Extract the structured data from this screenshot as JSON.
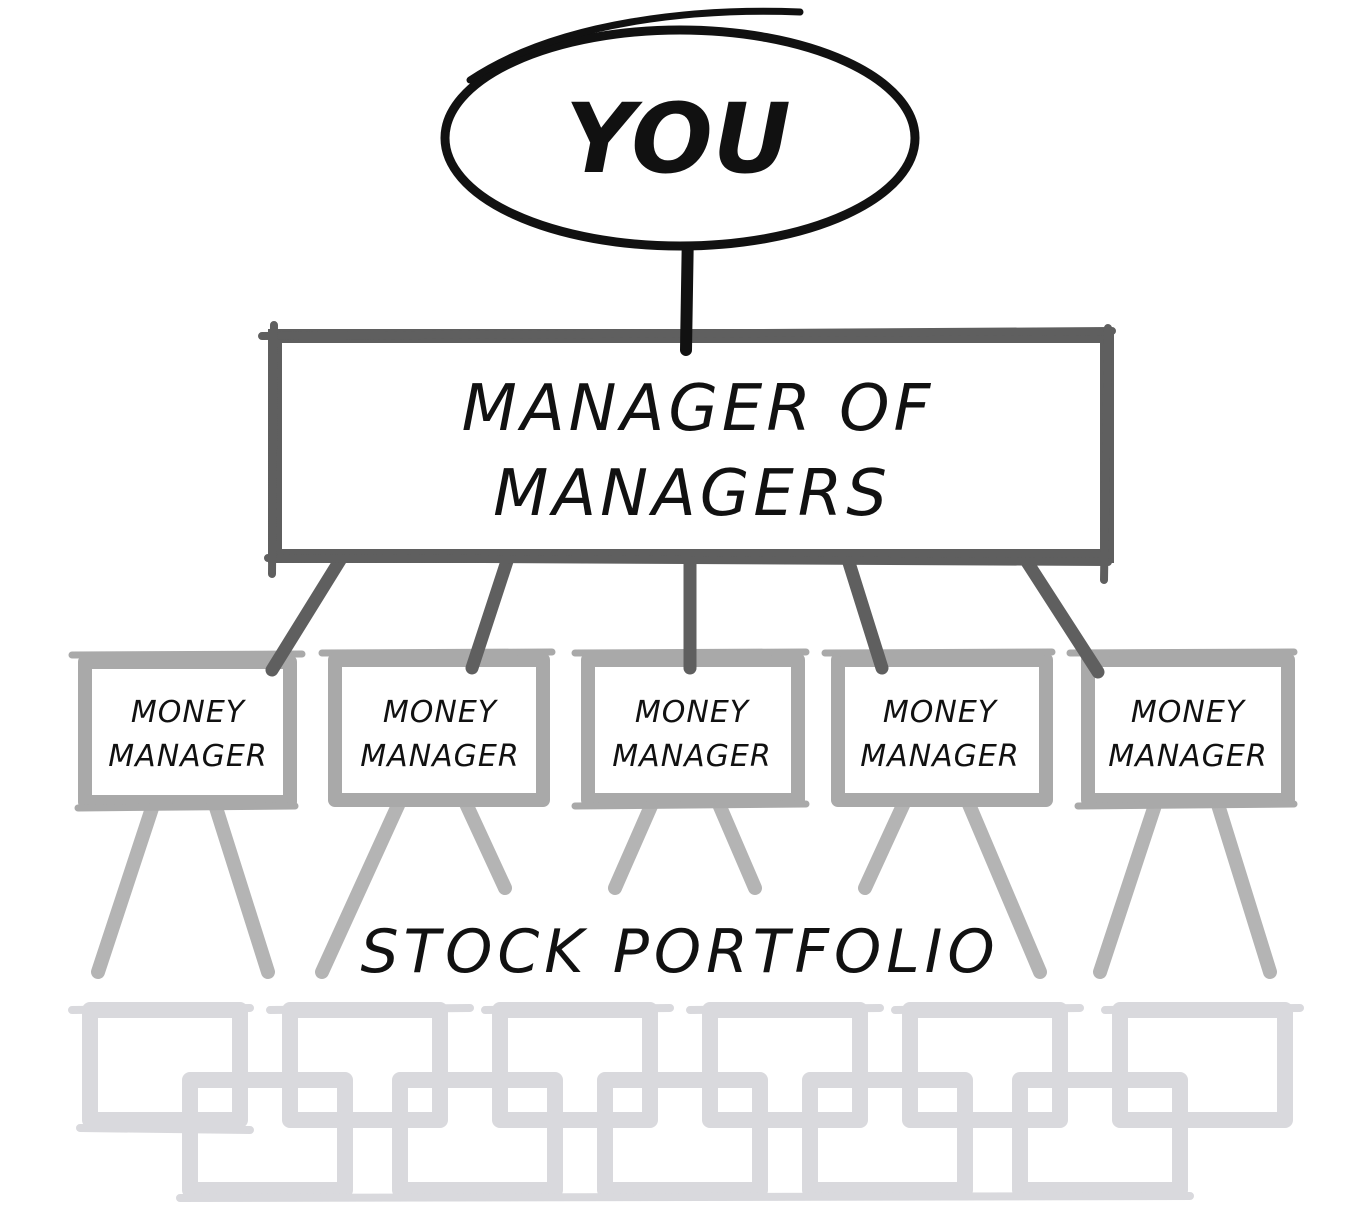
{
  "diagram": {
    "top_node": {
      "label": "YOU"
    },
    "middle_node": {
      "line1": "MANAGER OF",
      "line2": "MANAGERS"
    },
    "money_managers": [
      {
        "line1": "MONEY",
        "line2": "MANAGER"
      },
      {
        "line1": "MONEY",
        "line2": "MANAGER"
      },
      {
        "line1": "MONEY",
        "line2": "MANAGER"
      },
      {
        "line1": "MONEY",
        "line2": "MANAGER"
      },
      {
        "line1": "MONEY",
        "line2": "MANAGER"
      }
    ],
    "portfolio_label": "STOCK PORTFOLIO"
  },
  "colors": {
    "top": "#111111",
    "middle": "#5f5f5f",
    "managers": "#a9a9a9",
    "portfolio": "#d9d9dd"
  }
}
